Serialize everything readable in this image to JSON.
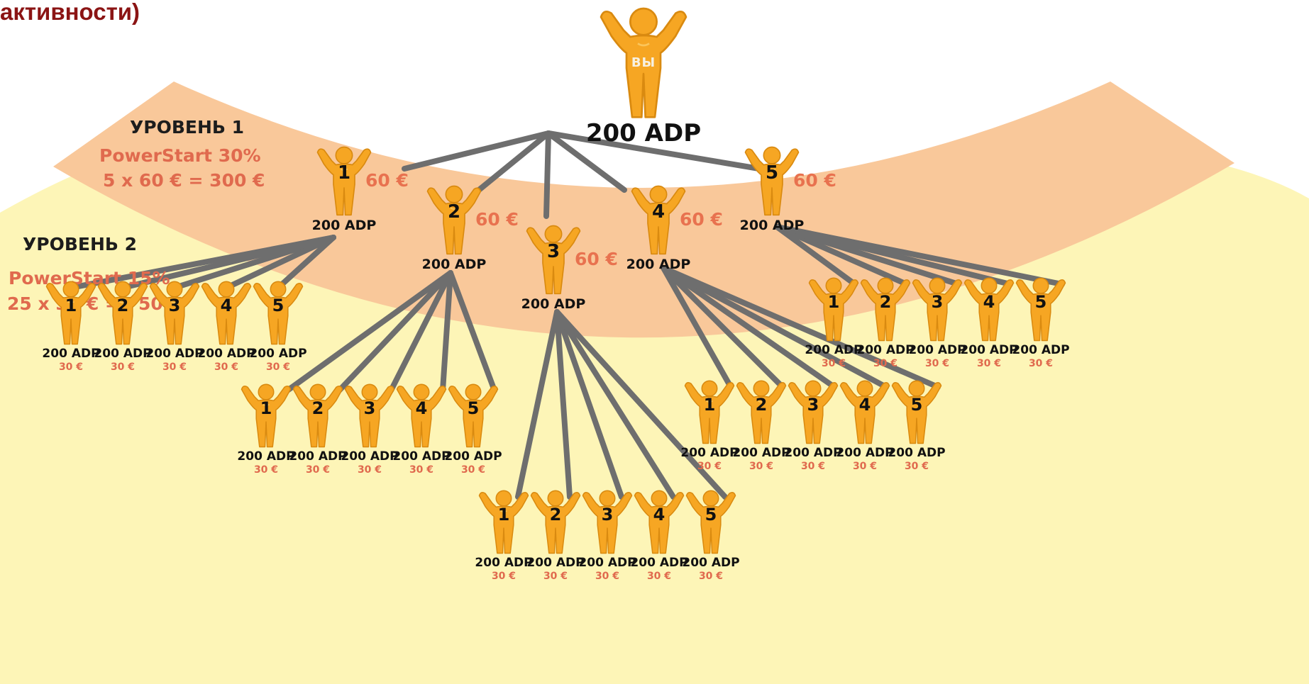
{
  "header_title": "активности)",
  "root": {
    "figure_label": "ВЫ",
    "adp": "200 ADP"
  },
  "level1": {
    "title": "УРОВЕНЬ 1",
    "bonus": "PowerStart 30%",
    "calc": "5 x 60 € = 300 €"
  },
  "level2": {
    "title": "УРОВЕНЬ 2",
    "bonus": "PowerStart 15%",
    "calc": "25 x 30 € = 750 €"
  },
  "level1_members": [
    {
      "number": "1",
      "adp": "200 ADP",
      "amount": "60 €"
    },
    {
      "number": "2",
      "adp": "200 ADP",
      "amount": "60 €"
    },
    {
      "number": "3",
      "adp": "200 ADP",
      "amount": "60 €"
    },
    {
      "number": "4",
      "adp": "200 ADP",
      "amount": "60 €"
    },
    {
      "number": "5",
      "adp": "200 ADP",
      "amount": "60 €"
    }
  ],
  "level2_groups": [
    {
      "members": [
        {
          "number": "1",
          "adp": "200 ADP",
          "amount": "30 €"
        },
        {
          "number": "2",
          "adp": "200 ADP",
          "amount": "30 €"
        },
        {
          "number": "3",
          "adp": "200 ADP",
          "amount": "30 €"
        },
        {
          "number": "4",
          "adp": "200 ADP",
          "amount": "30 €"
        },
        {
          "number": "5",
          "adp": "200 ADP",
          "amount": "30 €"
        }
      ]
    },
    {
      "members": [
        {
          "number": "1",
          "adp": "200 ADP",
          "amount": "30 €"
        },
        {
          "number": "2",
          "adp": "200 ADP",
          "amount": "30 €"
        },
        {
          "number": "3",
          "adp": "200 ADP",
          "amount": "30 €"
        },
        {
          "number": "4",
          "adp": "200 ADP",
          "amount": "30 €"
        },
        {
          "number": "5",
          "adp": "200 ADP",
          "amount": "30 €"
        }
      ]
    },
    {
      "members": [
        {
          "number": "1",
          "adp": "200 ADP",
          "amount": "30 €"
        },
        {
          "number": "2",
          "adp": "200 ADP",
          "amount": "30 €"
        },
        {
          "number": "3",
          "adp": "200 ADP",
          "amount": "30 €"
        },
        {
          "number": "4",
          "adp": "200 ADP",
          "amount": "30 €"
        },
        {
          "number": "5",
          "adp": "200 ADP",
          "amount": "30 €"
        }
      ]
    },
    {
      "members": [
        {
          "number": "1",
          "adp": "200 ADP",
          "amount": "30 €"
        },
        {
          "number": "2",
          "adp": "200 ADP",
          "amount": "30 €"
        },
        {
          "number": "3",
          "adp": "200 ADP",
          "amount": "30 €"
        },
        {
          "number": "4",
          "adp": "200 ADP",
          "amount": "30 €"
        },
        {
          "number": "5",
          "adp": "200 ADP",
          "amount": "30 €"
        }
      ]
    },
    {
      "members": [
        {
          "number": "1",
          "adp": "200 ADP",
          "amount": "30 €"
        },
        {
          "number": "2",
          "adp": "200 ADP",
          "amount": "30 €"
        },
        {
          "number": "3",
          "adp": "200 ADP",
          "amount": "30 €"
        },
        {
          "number": "4",
          "adp": "200 ADP",
          "amount": "30 €"
        },
        {
          "number": "5",
          "adp": "200 ADP",
          "amount": "30 €"
        }
      ]
    }
  ],
  "colors": {
    "figure": "#f6a623",
    "figure_stroke": "#d98a10",
    "band_level1": "#f9c89a",
    "band_level2": "#fdf5b7",
    "connector": "#6e6e6e",
    "amount": "#e06a4e",
    "header": "#8b1414"
  }
}
